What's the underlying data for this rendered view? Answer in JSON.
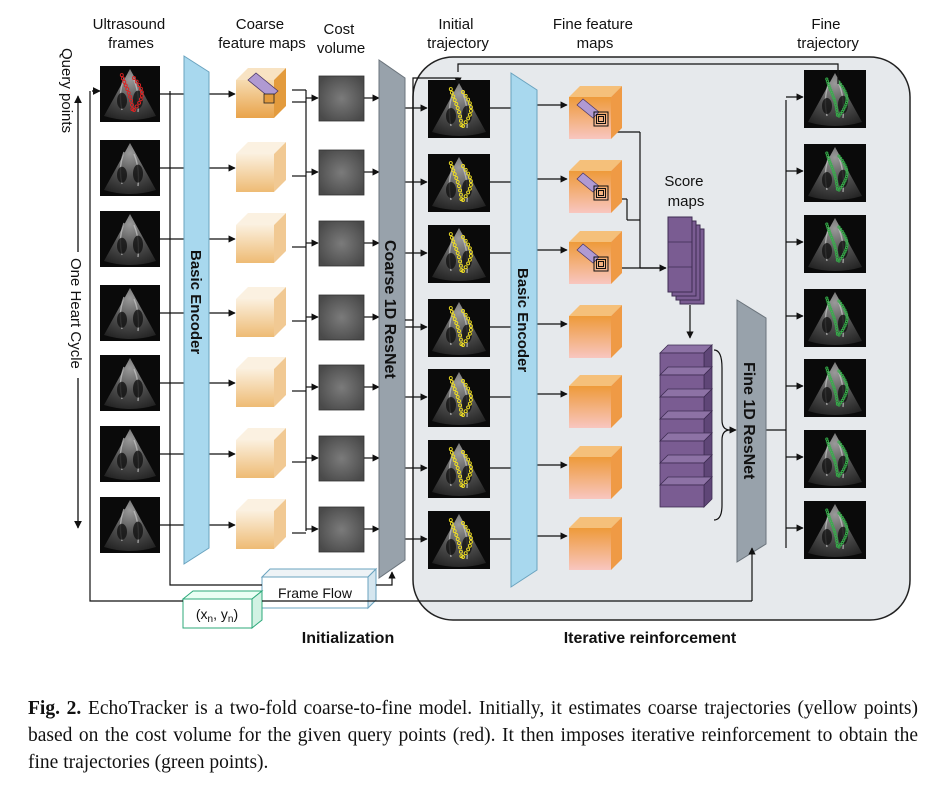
{
  "labels": {
    "ultrasound_frames": [
      "Ultrasound",
      "frames"
    ],
    "coarse_feature_maps": [
      "Coarse",
      "feature maps"
    ],
    "cost_volume": [
      "Cost",
      "volume"
    ],
    "initial_trajectory": [
      "Initial",
      "trajectory"
    ],
    "fine_feature_maps": [
      "Fine feature",
      "maps"
    ],
    "fine_trajectory": [
      "Fine",
      "trajectory"
    ],
    "score_maps": [
      "Score",
      "maps"
    ],
    "query_points": "Query points",
    "one_heart_cycle": "One Heart Cycle",
    "basic_encoder_1": "Basic Encoder",
    "basic_encoder_2": "Basic Encoder",
    "coarse_resnet": "Coarse 1D ResNet",
    "fine_resnet": "Fine 1D ResNet",
    "frame_flow": "Frame Flow",
    "coordinates": "(x",
    "coord_sub_n1": "n",
    "coord_mid": ", y",
    "coord_sub_n2": "n",
    "coord_close": ")",
    "initialization": "Initialization",
    "iterative_reinforcement": "Iterative reinforcement"
  },
  "caption": {
    "fig_label": "Fig. 2.",
    "text": "EchoTracker is a two-fold coarse-to-fine model. Initially, it estimates coarse trajectories (yellow points) based on the cost volume for the given query points (red). It then imposes iterative reinforcement to obtain the fine trajectories (green points)."
  },
  "colors": {
    "encoder": "#a8d8ee",
    "resnet": "#98a2ab",
    "feature_orange": "#e8a94a",
    "fine_feature_pink": "#f4b5ad",
    "score_purple": "#7a5c92",
    "panel": "#e6e9ec",
    "query_red": "#dd2222",
    "coarse_yellow": "#f2e022",
    "fine_green": "#35b24a"
  }
}
